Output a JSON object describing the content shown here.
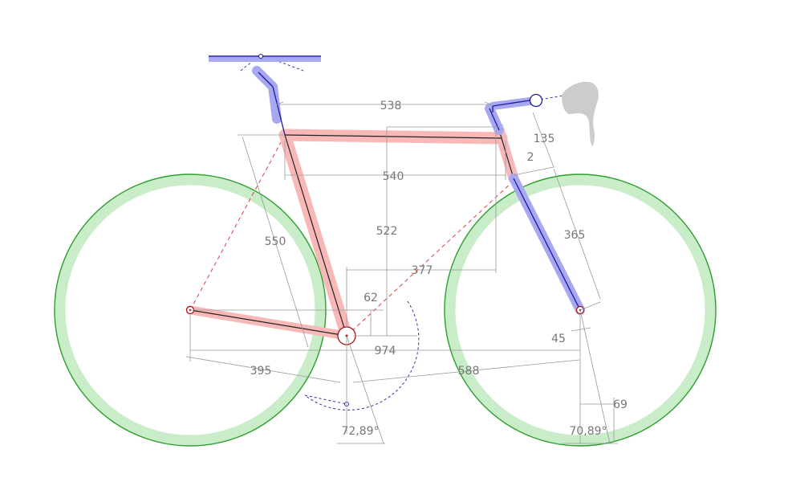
{
  "colors": {
    "wheel_rim": "#2e9e2e",
    "wheel_band": "#c9ecc9",
    "frame_band": "#f8b8b8",
    "frame_line": "#222222",
    "blue_band": "#a8a8f0",
    "blue_line": "#1a1aa0",
    "hub": "#aa1111",
    "dimension": "#999999",
    "dimension_text": "#777777",
    "construction_red": "#d84040",
    "construction_blue": "#3030a0",
    "lever": "#cccccc"
  },
  "dimensions": {
    "stack_reach": "538",
    "top_tube_effective": "540",
    "stack": "522",
    "reach": "377",
    "seat_tube": "550",
    "bb_drop": "62",
    "wheelbase": "974",
    "chainstay": "395",
    "front_center": "588",
    "stem_height": "135",
    "spacer": "2",
    "fork_length": "365",
    "fork_offset": "45",
    "trail": "69"
  },
  "angles": {
    "seat_angle": "72,89°",
    "head_angle": "70,89°"
  }
}
